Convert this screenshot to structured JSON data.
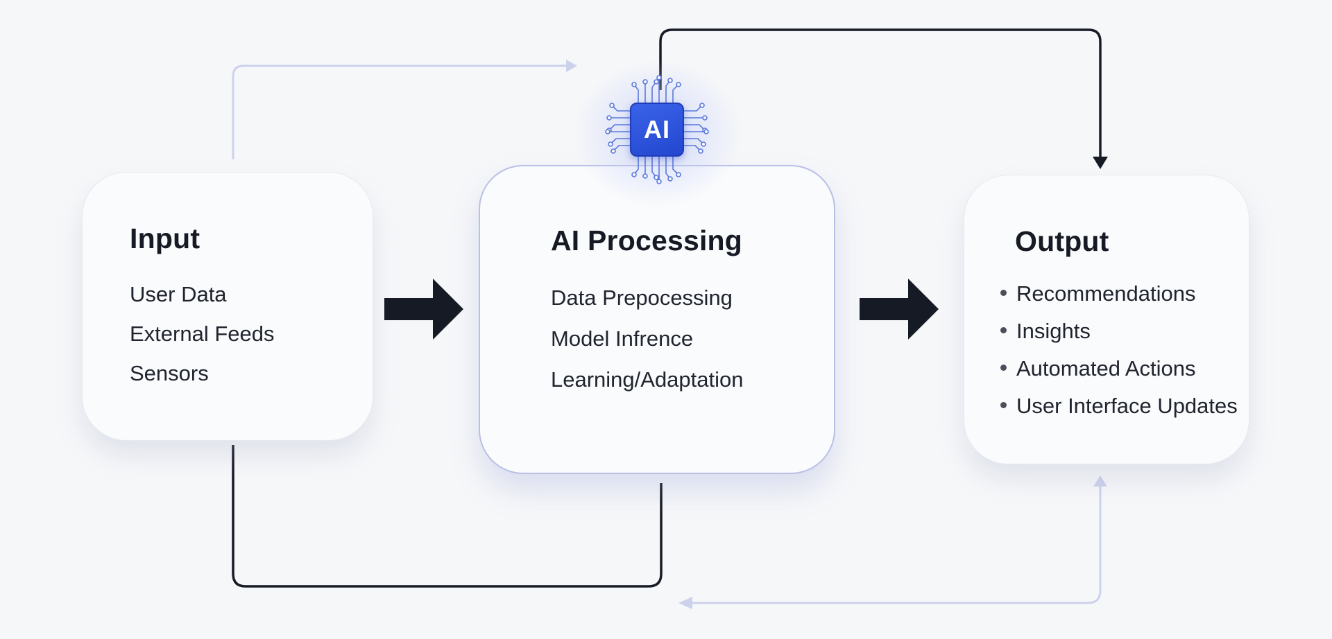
{
  "input": {
    "title": "Input",
    "items": [
      "User Data",
      "External Feeds",
      "Sensors"
    ]
  },
  "processing": {
    "title": "AI Processing",
    "items": [
      "Data Prepocessing",
      "Model Infrence",
      "Learning/Adaptation"
    ]
  },
  "output": {
    "title": "Output",
    "items": [
      "Recommendations",
      "Insights",
      "Automated Actions",
      "User Interface Updates"
    ]
  },
  "chip": {
    "label": "AI",
    "icon": "ai-chip-icon",
    "color": "#2f55e0"
  },
  "colors": {
    "dark_connector": "#171b26",
    "light_connector": "#cdd2ec",
    "card_border_highlight": "#b9bfe6"
  }
}
